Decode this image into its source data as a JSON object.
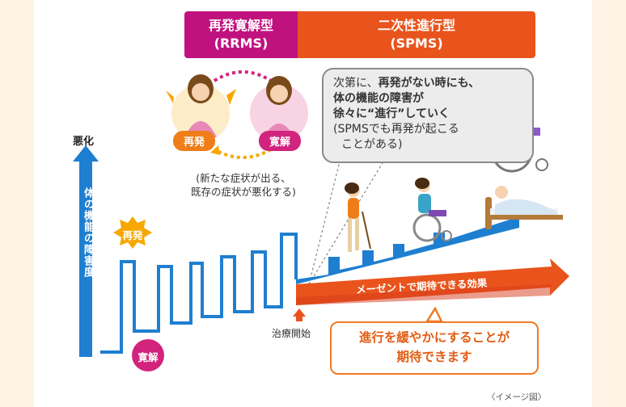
{
  "headers": {
    "rrms_title": "再発寛解型",
    "rrms_code": "(RRMS)",
    "spms_title": "二次性進行型",
    "spms_code": "(SPMS)"
  },
  "cycle": {
    "relapse": "再発",
    "remission": "寛解",
    "note_line1": "(新たな症状が出る、",
    "note_line2": "既存の症状が悪化する)"
  },
  "spms_box": {
    "line1_pre": "次第に、",
    "line1_bold": "再発がない時にも、",
    "line2": "体の機能の障害が",
    "line3_pre": "徐々に",
    "line3_bold": "“進行”",
    "line3_post": "していく",
    "line4": "(SPMSでも再発が起こる",
    "line5": "ことがある)"
  },
  "axis": {
    "top_label": "悪化",
    "vertical_label": "体の機能の障害度"
  },
  "graph_labels": {
    "relapse": "再発",
    "remission": "寛解",
    "treatment_start": "治療開始"
  },
  "arrow_label": "メーゼントで期待できる効果",
  "callout": {
    "line1": "進行を緩やかにすることが",
    "line2": "期待できます"
  },
  "footnote": "〈イメージ図〉",
  "colors": {
    "background": "#fdf4e6",
    "rrms": "#c0127f",
    "spms": "#e9541c",
    "line_blue": "#1e7fd0",
    "badge_yellow": "#f6a800",
    "badge_orange": "#ef7d1a",
    "badge_pink": "#d2237d"
  }
}
